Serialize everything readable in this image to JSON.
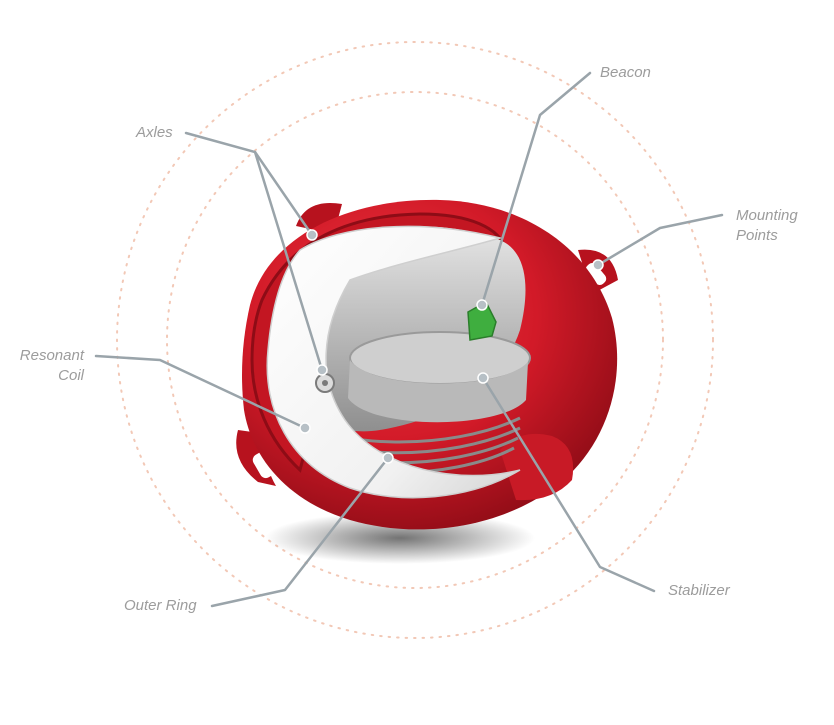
{
  "labels": {
    "beacon": "Beacon",
    "axles": "Axles",
    "mounting_points": [
      "Mounting",
      "Points"
    ],
    "resonant_coil": [
      "Resonant",
      "Coil"
    ],
    "stabilizer": "Stabilizer",
    "outer_ring": "Outer Ring"
  },
  "colors": {
    "shell_red": "#d21a28",
    "shell_dark": "#8e0c16",
    "inner_white": "#f4f4f4",
    "inner_gray": "#a9a9a9",
    "beacon_green": "#3fae3f",
    "leader_line": "#9aa4aa",
    "dotted_ring": "#f2c8b6",
    "label_text": "#9c9c9c"
  }
}
